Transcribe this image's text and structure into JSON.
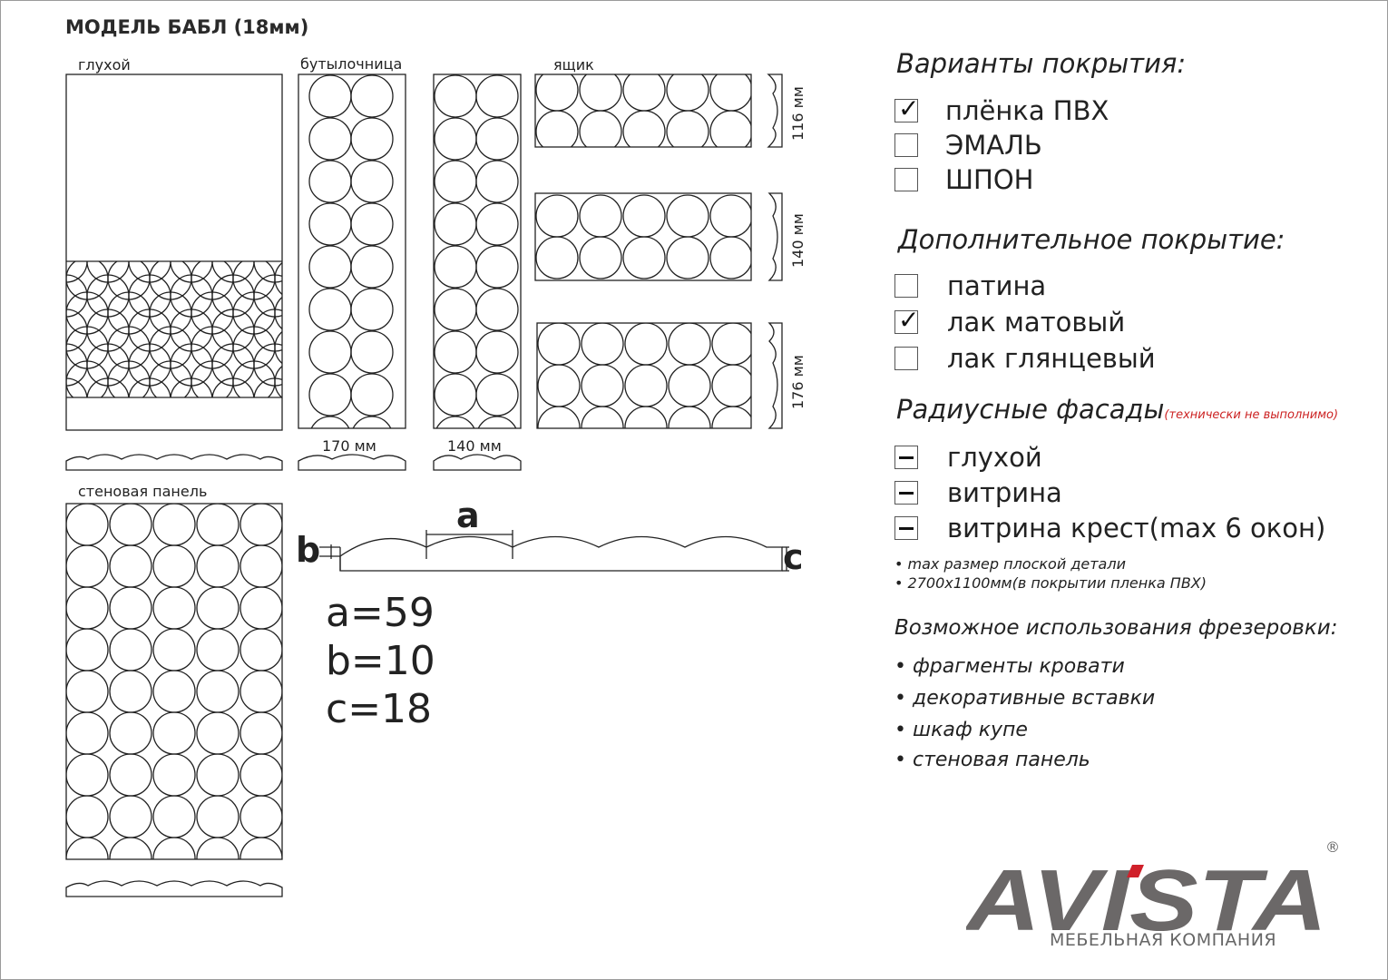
{
  "title": "МОДЕЛЬ БАБЛ (18мм)",
  "drawings": {
    "labels": {
      "gluhoy": "глухой",
      "butylochnica": "бутылочница",
      "yashchik": "ящик",
      "stenovaya": "стеновая панель"
    },
    "dims": {
      "w170": "170 мм",
      "w140": "140 мм",
      "h116": "116 мм",
      "h140": "140 мм",
      "h176": "176 мм"
    },
    "profile": {
      "a_label": "a",
      "b_label": "b",
      "c_label": "c",
      "a_value": "a=59",
      "b_value": "b=10",
      "c_value": "c=18"
    }
  },
  "coverage": {
    "heading": "Варианты покрытия:",
    "options": [
      {
        "label": "плёнка ПВХ",
        "checked": true
      },
      {
        "label": "ЭМАЛЬ",
        "checked": false
      },
      {
        "label": "ШПОН",
        "checked": false
      }
    ]
  },
  "extra": {
    "heading": "Дополнительное покрытие:",
    "options": [
      {
        "label": "патина",
        "checked": false
      },
      {
        "label": "лак матовый",
        "checked": true
      },
      {
        "label": "лак глянцевый",
        "checked": false
      }
    ]
  },
  "radius": {
    "heading": "Радиусные фасады",
    "note": "(технически не выполнимо)",
    "options": [
      {
        "label": "глухой",
        "state": "minus"
      },
      {
        "label": "витрина",
        "state": "minus"
      },
      {
        "label": "витрина крест(max 6 окон)",
        "state": "minus"
      }
    ]
  },
  "notes": [
    "max размер плоской детали",
    "2700х1100мм(в покрытии пленка ПВХ)"
  ],
  "usage": {
    "heading": "Возможное использования фрезеровки:",
    "items": [
      "фрагменты кровати",
      "декоративные вставки",
      "шкаф купе",
      "стеновая панель"
    ]
  },
  "logo": {
    "brand": "AVISTA",
    "subtitle": "МЕБЕЛЬНАЯ КОМПАНИЯ",
    "registered": "®"
  }
}
